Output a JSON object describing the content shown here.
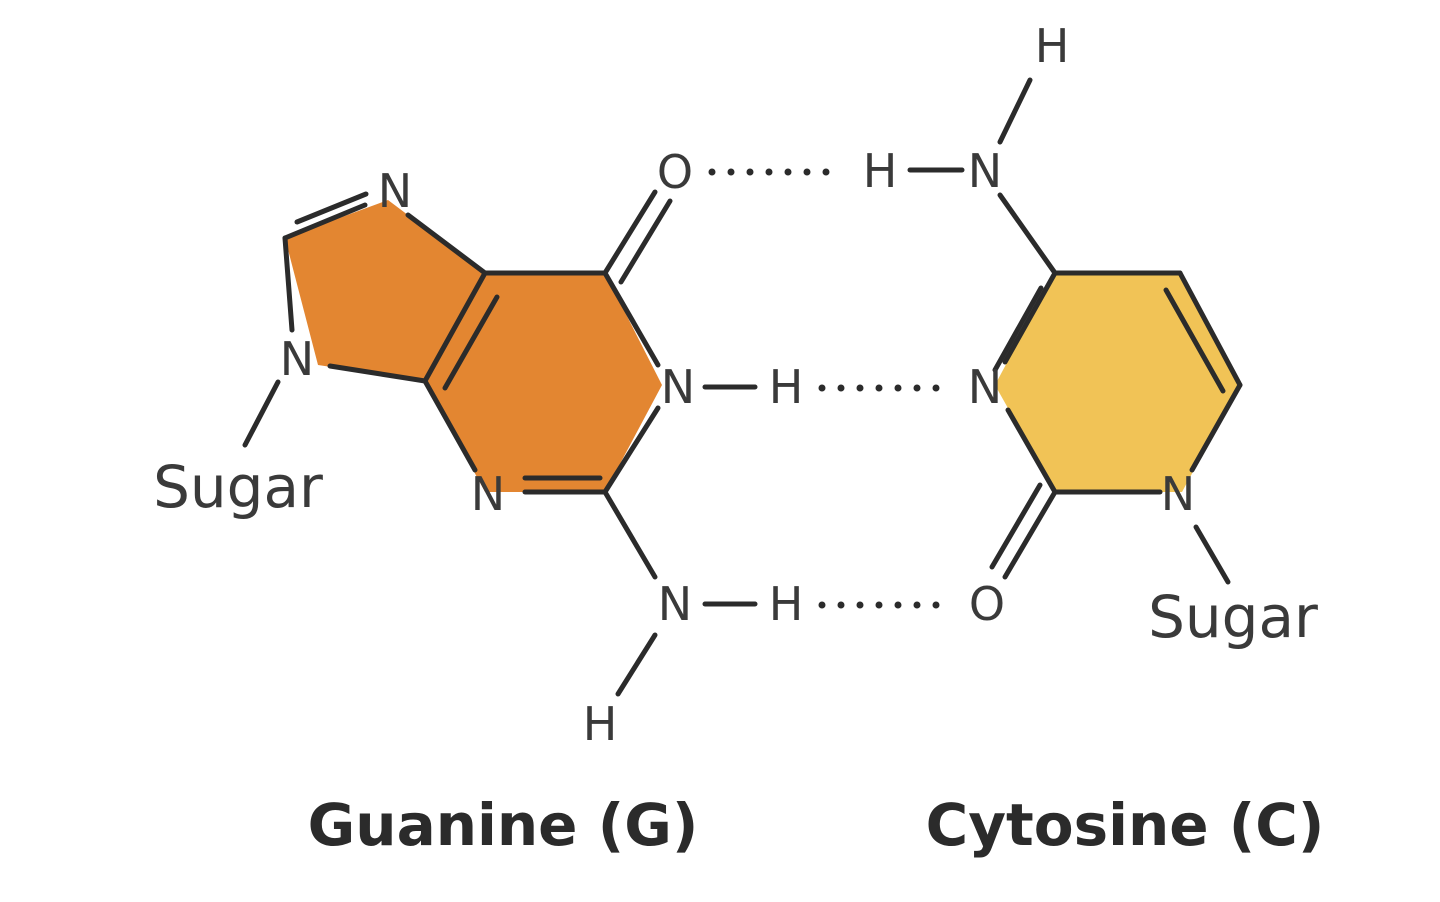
{
  "colors": {
    "guanine_fill": "#E38631",
    "cytosine_fill": "#F1C356",
    "line": "#2b2b2b",
    "text": "#3a3a3a"
  },
  "atoms": {
    "nitrogen": "N",
    "oxygen": "O",
    "hydrogen": "H"
  },
  "labels": {
    "sugar": "Sugar",
    "guanine": "Guanine (G)",
    "cytosine": "Cytosine (C)"
  }
}
